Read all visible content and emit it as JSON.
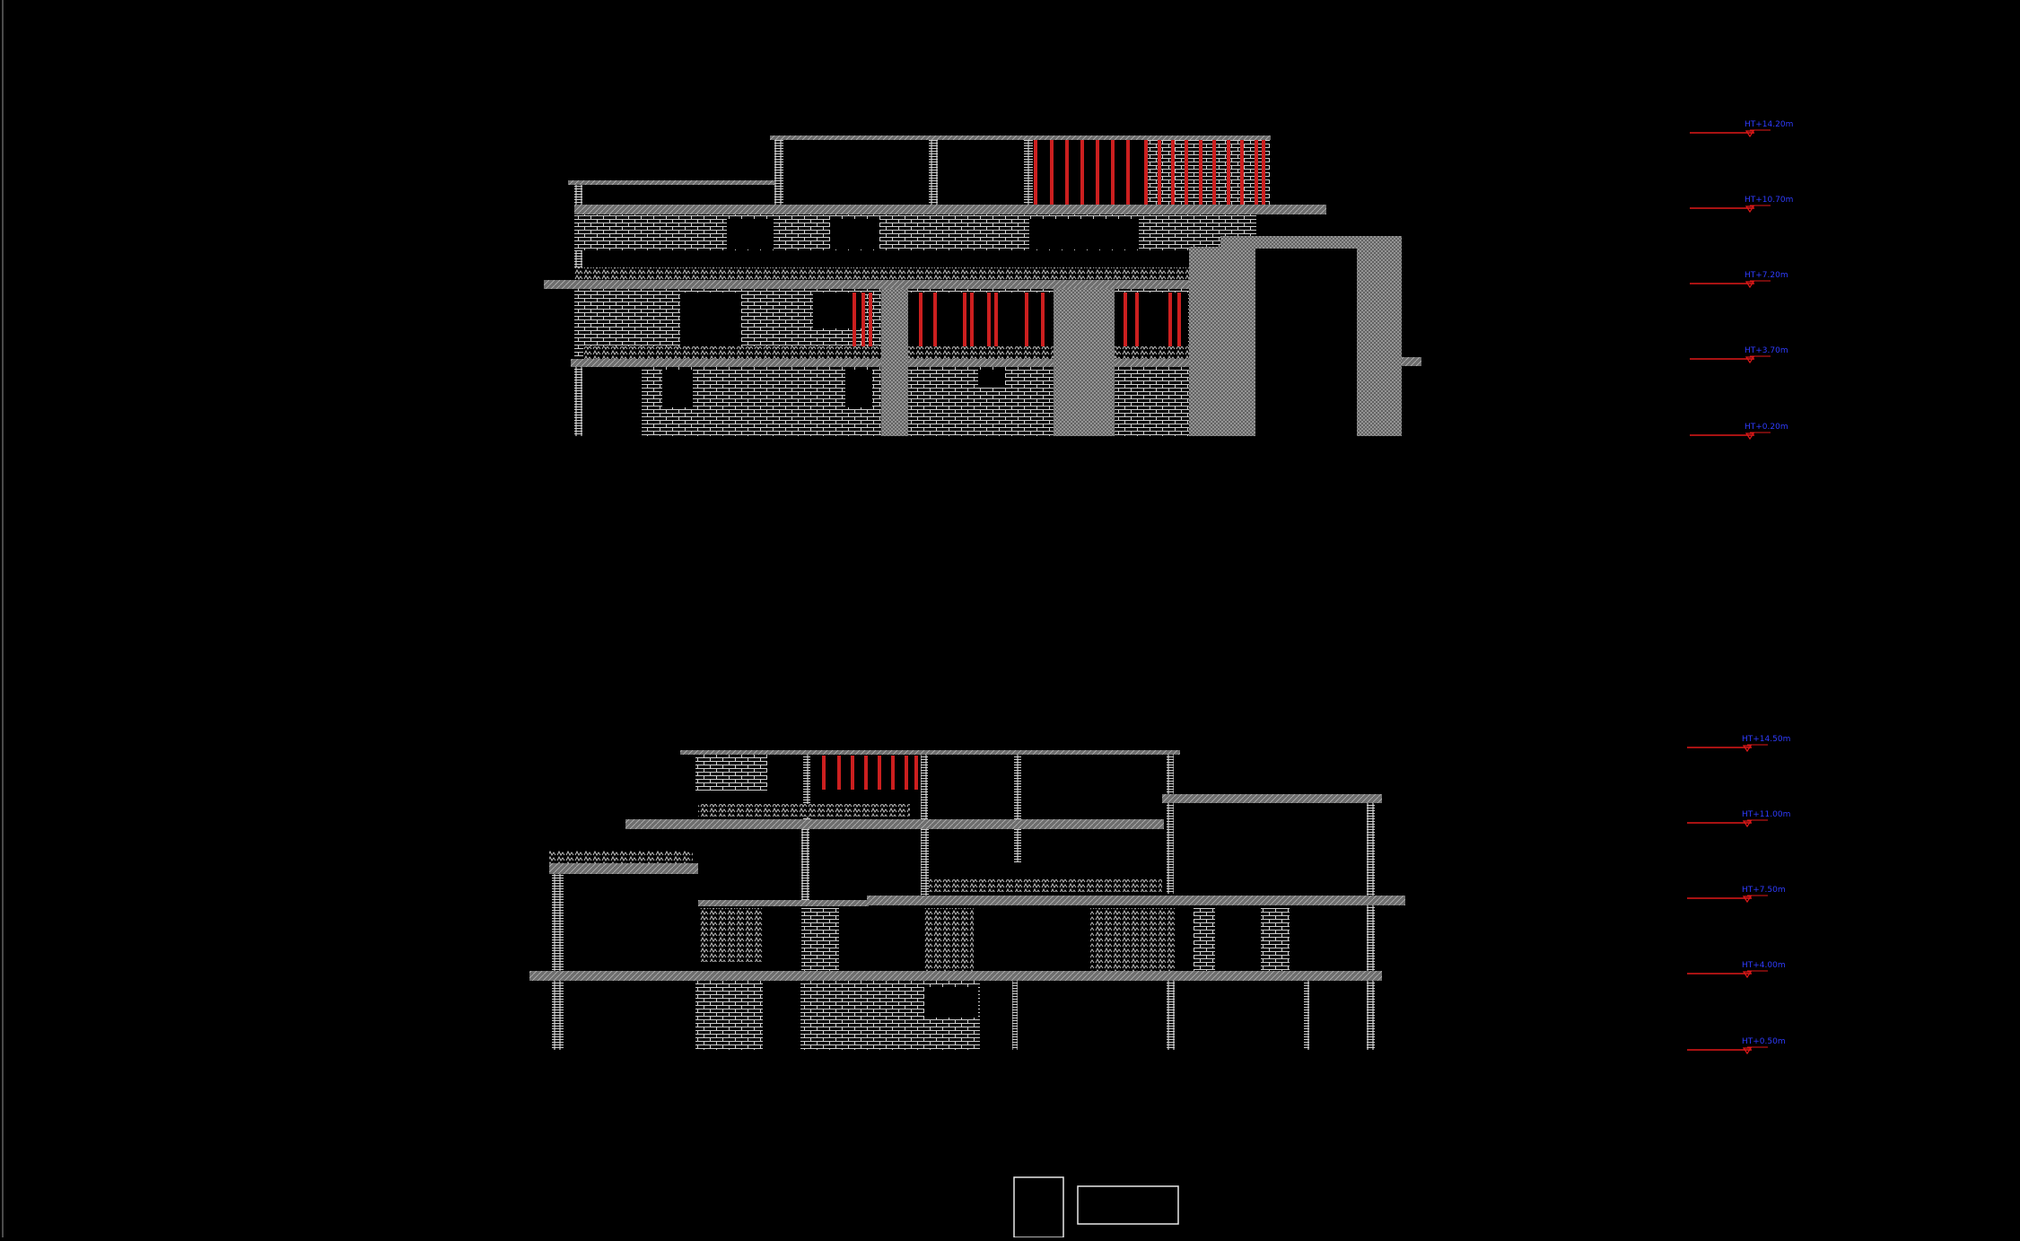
{
  "colors": {
    "background": "#000000",
    "linework": "#d8d8d8",
    "hatch": "#9a9a9a",
    "accent_red": "#cc1f1f",
    "level_marker": "#e01818",
    "level_text": "#2f3cff"
  },
  "drawing": {
    "elevation_top": {
      "levels": [
        {
          "label": "HT+14.20m"
        },
        {
          "label": "HT+10.70m"
        },
        {
          "label": "HT+7.20m"
        },
        {
          "label": "HT+3.70m"
        },
        {
          "label": "HT+0.20m"
        }
      ]
    },
    "elevation_bottom": {
      "levels": [
        {
          "label": "HT+14.50m"
        },
        {
          "label": "HT+11.00m"
        },
        {
          "label": "HT+7.50m"
        },
        {
          "label": "HT+4.00m"
        },
        {
          "label": "HT+0.50m"
        }
      ]
    }
  }
}
